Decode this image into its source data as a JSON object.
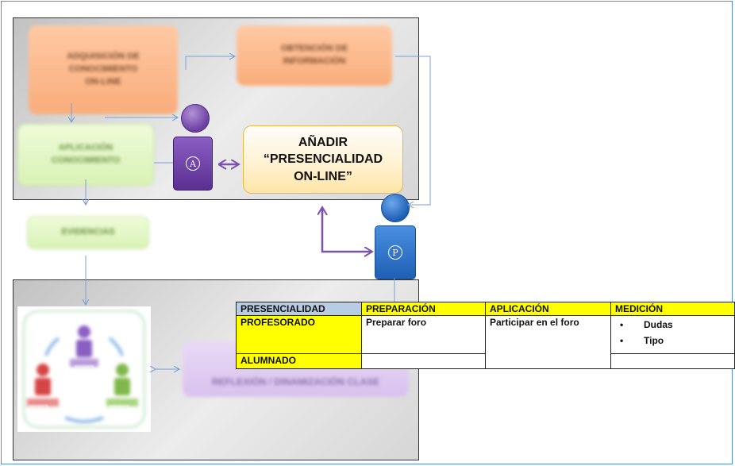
{
  "top_left_boxes": {
    "adquisicion": "ADQUISICIÓN DE\nCONOCIMIENTO\nON-LINE",
    "obtencion": "OBTENCIÓN DE\nINFORMACIÓN",
    "aplicacion": "APLICACIÓN\nCONOCIMIENTO",
    "evidencias": "EVIDENCIAS"
  },
  "add_box": {
    "text": "AÑADIR\n“PRESENCIALIDAD\nON-LINE”"
  },
  "figures": {
    "a_label": "A",
    "p_label": "P"
  },
  "bottom_box": {
    "text": "REFLEXIÓN / DINAMIZACIÓN CLASE"
  },
  "thumbnail": {
    "labels": [
      "DOCENTE",
      "DISCENTE",
      "DISCENTE"
    ]
  },
  "table": {
    "headers": [
      "PRESENCIALIDAD",
      "PREPARACIÓN",
      "APLICACIÓN",
      "MEDICIÓN"
    ],
    "rows": [
      {
        "label": "PROFESORADO",
        "preparacion": "Preparar foro",
        "aplicacion": "Participar en el foro",
        "medicion": [
          "Dudas",
          "Tipo"
        ]
      },
      {
        "label": "ALUMNADO",
        "preparacion": "",
        "aplicacion": "",
        "medicion": []
      }
    ]
  },
  "colors": {
    "frame_border": "#4f8fd0",
    "header_blue": "#b8cce4",
    "highlight_yellow": "#ffff00",
    "arrow_blue": "#6b9bd6",
    "arrow_purple": "#7b52ab"
  }
}
